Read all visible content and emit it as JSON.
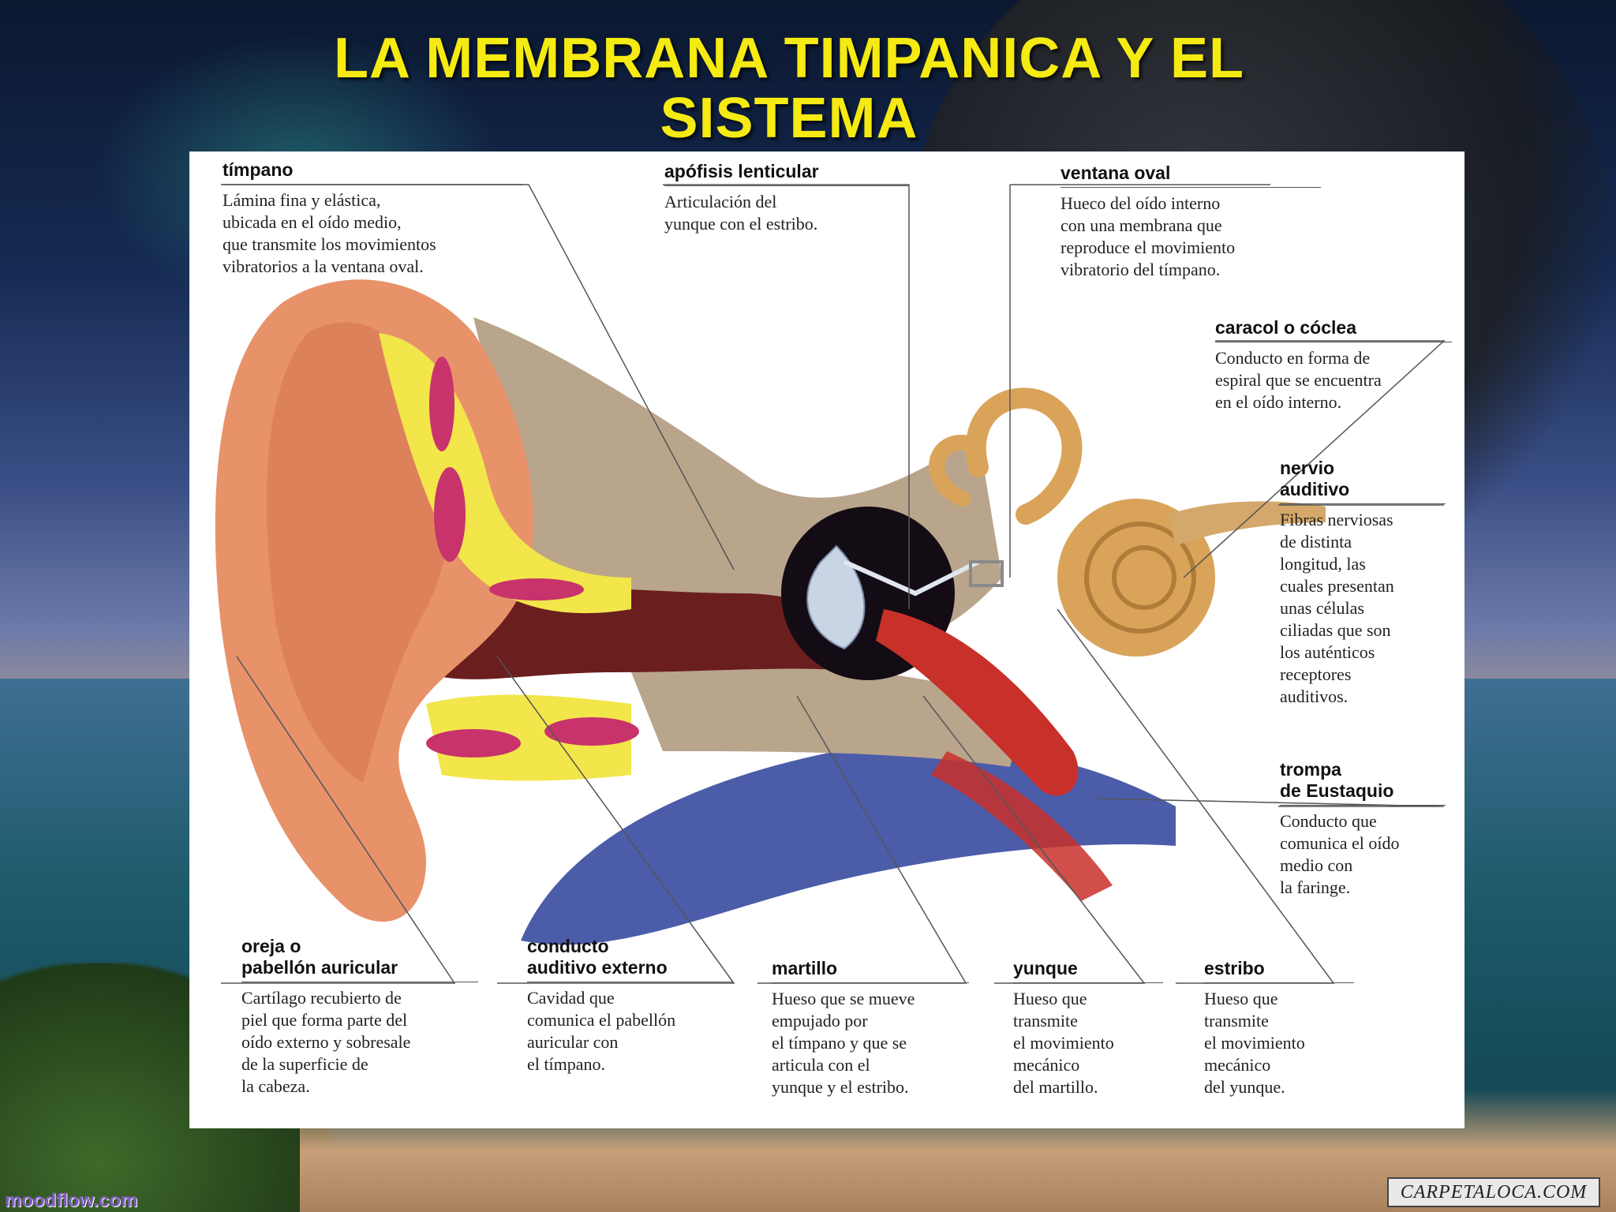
{
  "slide": {
    "title": "LA MEMBRANA TIMPANICA Y EL SISTEMA\nDE  HUESECILLOS"
  },
  "diagram": {
    "labels": [
      {
        "key": "timpano",
        "title": "tímpano",
        "text": "Lámina fina y elástica,\nubicada en el oído medio,\nque transmite los movimientos\nvibratorios a la ventana oval."
      },
      {
        "key": "apofisis",
        "title": "apófisis lenticular",
        "text": "Articulación del\nyunque con el estribo."
      },
      {
        "key": "ventana",
        "title": "ventana oval",
        "text": "Hueco del oído interno\ncon una membrana que\nreproduce el movimiento\nvibratorio del tímpano."
      },
      {
        "key": "caracol",
        "title": "caracol o cóclea",
        "text": "Conducto en forma de\nespiral que se encuentra\nen el oído interno."
      },
      {
        "key": "nervio",
        "title": "nervio\nauditivo",
        "text": "Fibras nerviosas\nde distinta\nlongitud, las\ncuales presentan\nunas células\nciliadas que son\nlos auténticos\nreceptores\nauditivos."
      },
      {
        "key": "trompa",
        "title": "trompa\nde Eustaquio",
        "text": "Conducto que\ncomunica el oído\nmedio con\nla faringe."
      },
      {
        "key": "oreja",
        "title": "oreja o\npabellón auricular",
        "text": "Cartílago recubierto de\npiel que forma parte del\noído externo y sobresale\nde la superficie de\nla cabeza."
      },
      {
        "key": "conducto",
        "title": "conducto\nauditivo externo",
        "text": "Cavidad que\ncomunica el pabellón\nauricular con\nel tímpano."
      },
      {
        "key": "martillo",
        "title": "martillo",
        "text": "Hueso que se mueve\nempujado por\nel tímpano y que se\narticula con el\nyunque y el estribo."
      },
      {
        "key": "yunque",
        "title": "yunque",
        "text": "Hueso que\ntransmite\nel movimiento\nmecánico\ndel martillo."
      },
      {
        "key": "estribo",
        "title": "estribo",
        "text": "Hueso que\ntransmite\nel movimiento\nmecánico\ndel yunque."
      }
    ]
  },
  "watermarks": {
    "left": "moodflow.com",
    "right": "CARPETALOCA.COM"
  },
  "colors": {
    "title": "#f5ea12",
    "skin": "#e8926a",
    "cartilage": "#f2e64a",
    "bone": "#b9a58c",
    "canal": "#6b1e1e",
    "cochlea": "#d9a45a",
    "muscle": "#c8302a",
    "base_blue": "#2c3f9a"
  }
}
